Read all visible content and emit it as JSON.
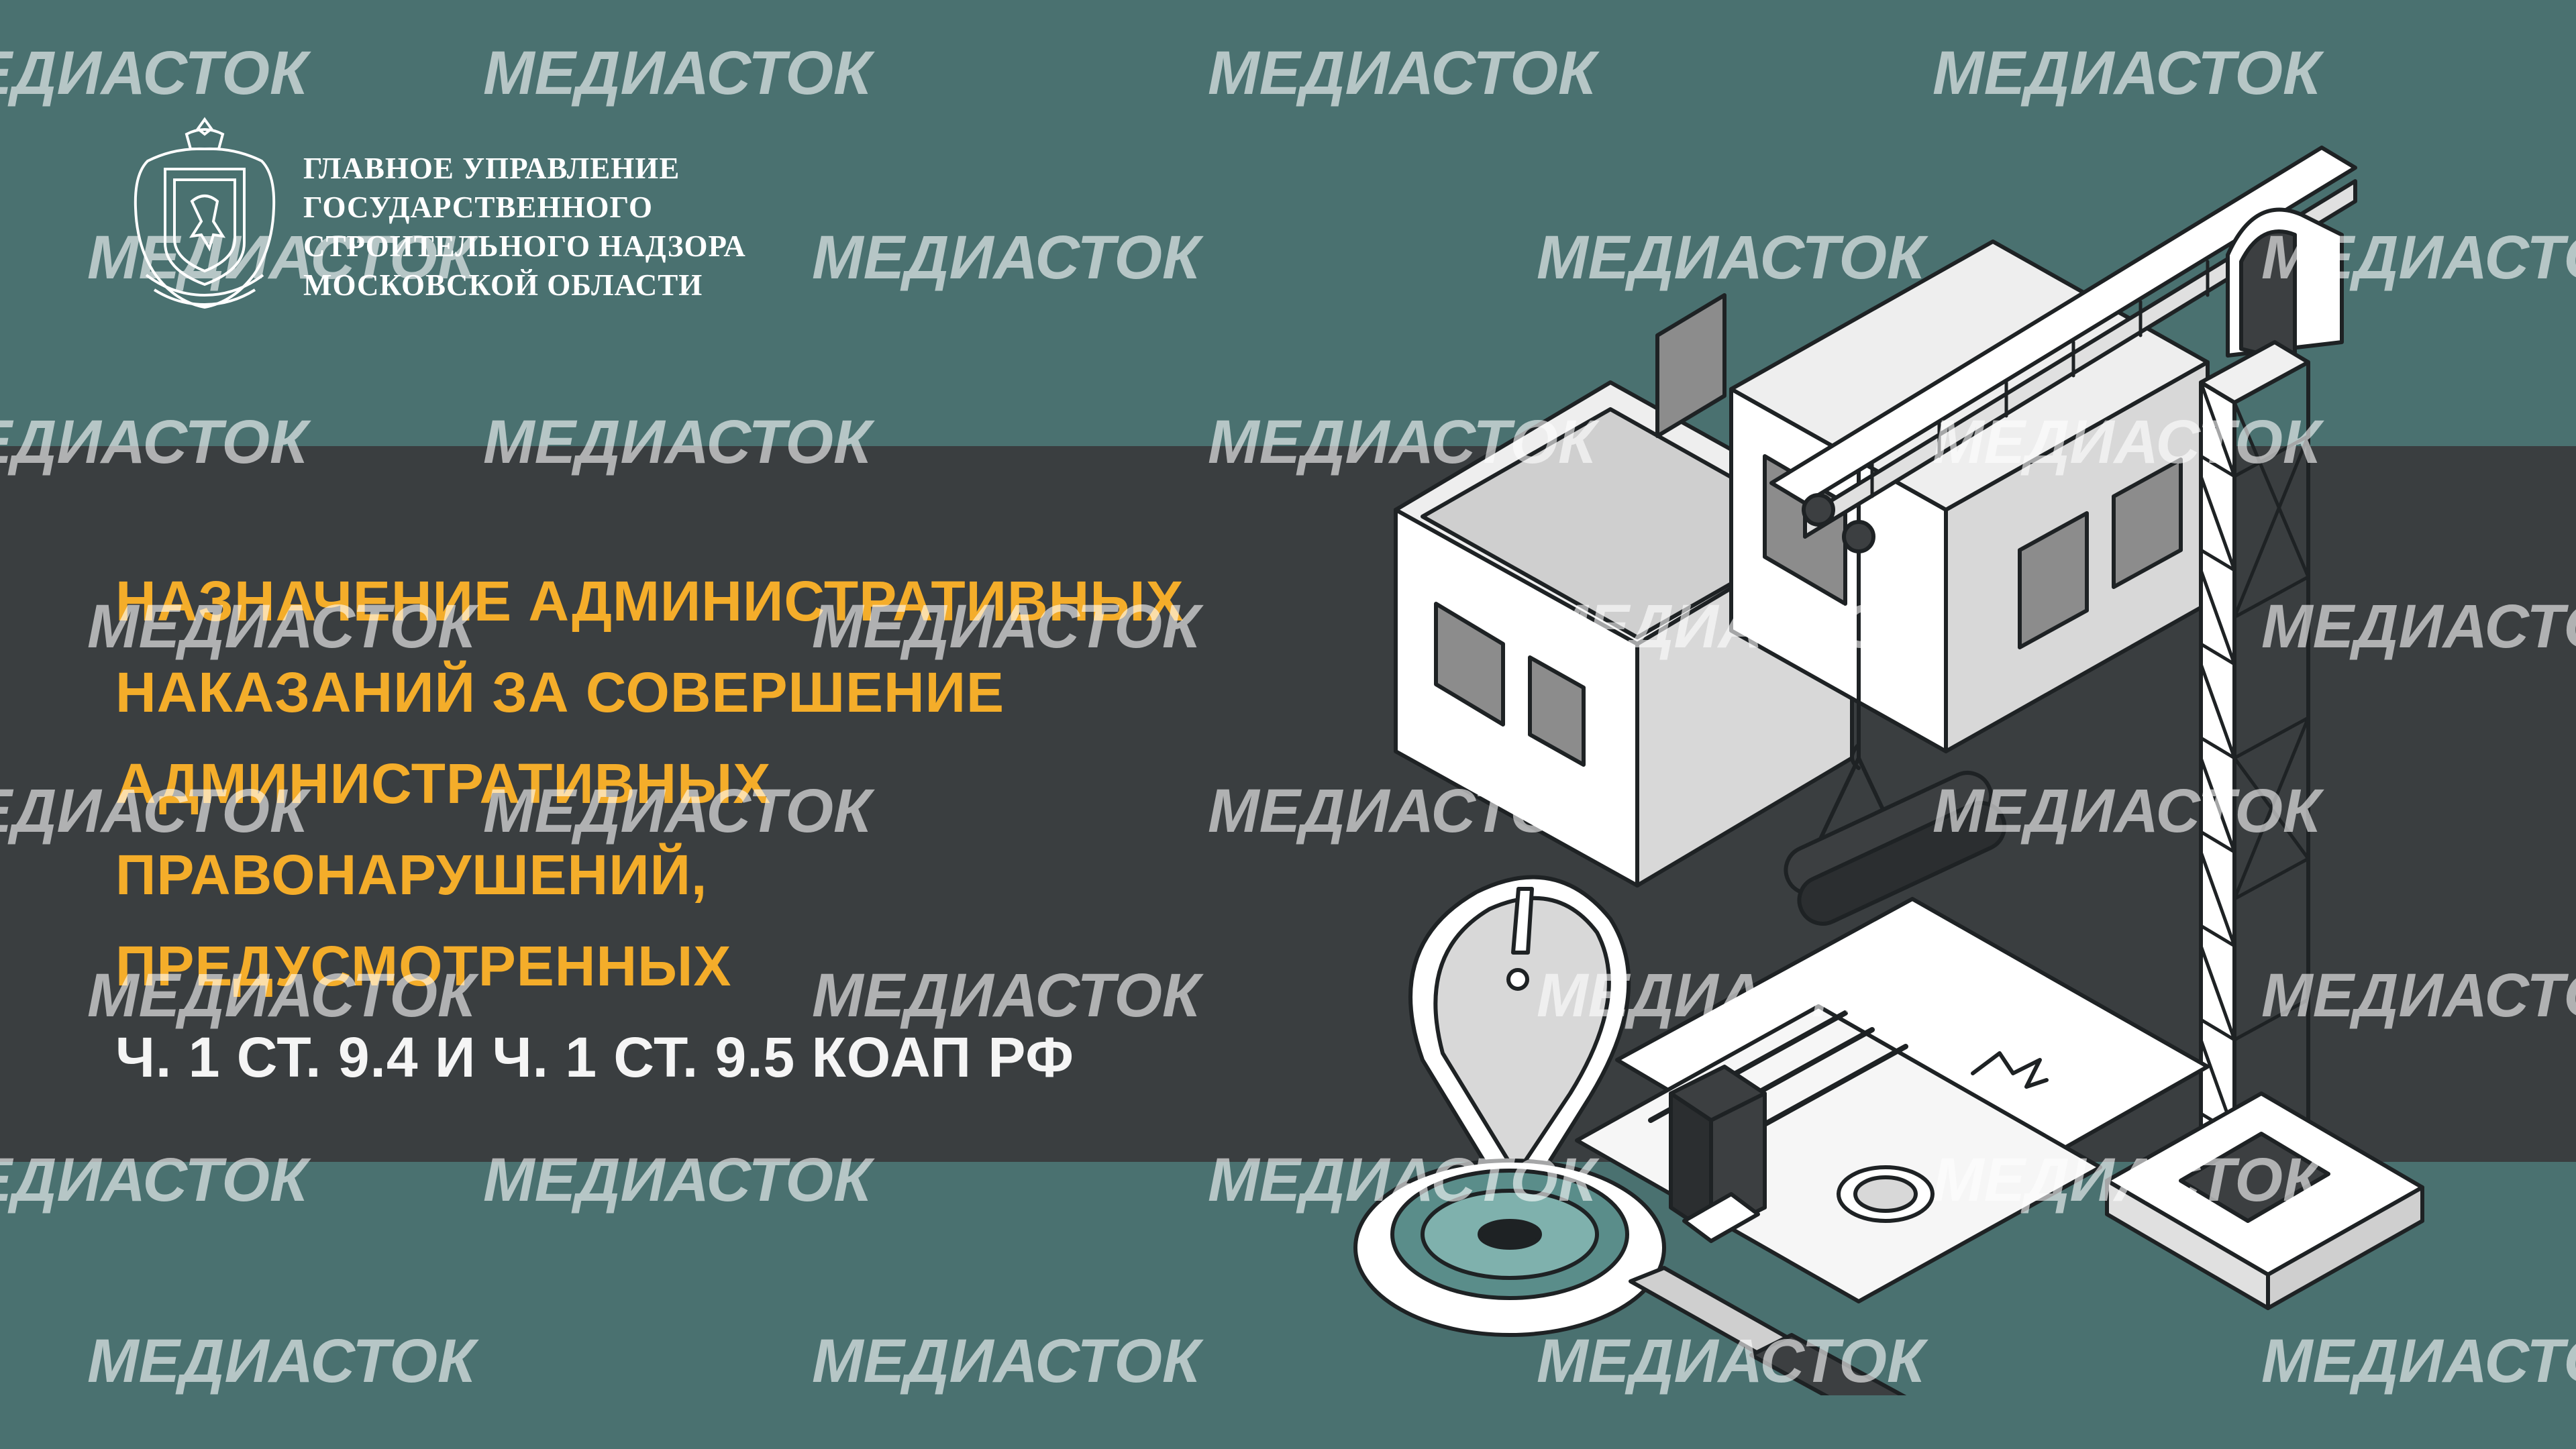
{
  "organization": {
    "lines": [
      "ГЛАВНОЕ УПРАВЛЕНИЕ",
      "ГОСУДАРСТВЕННОГО",
      "СТРОИТЕЛЬНОГО НАДЗОРА",
      "МОСКОВСКОЙ ОБЛАСТИ"
    ]
  },
  "headline": {
    "lines": [
      "НАЗНАЧЕНИЕ АДМИНИСТРАТИВНЫХ",
      "НАКАЗАНИЙ ЗА СОВЕРШЕНИЕ",
      "АДМИНИСТРАТИВНЫХ",
      "ПРАВОНАРУШЕНИЙ,",
      "ПРЕДУСМОТРЕННЫХ"
    ],
    "subline": "Ч. 1 СТ. 9.4 И Ч. 1 СТ. 9.5 КОАП РФ"
  },
  "watermark": {
    "text": "МЕДИАСТОК"
  },
  "icons": {
    "emblem": "moscow-oblast-coat-of-arms-icon",
    "illustration": "construction-site-crane-icon",
    "alert": "exclamation-mark-icon",
    "magnifier": "magnifying-glass-icon",
    "stamp": "stamp-icon"
  },
  "colors": {
    "background": "#4a7170",
    "band": "#3a3e40",
    "accent": "#f4ad2a",
    "text": "#f5f5f5"
  }
}
